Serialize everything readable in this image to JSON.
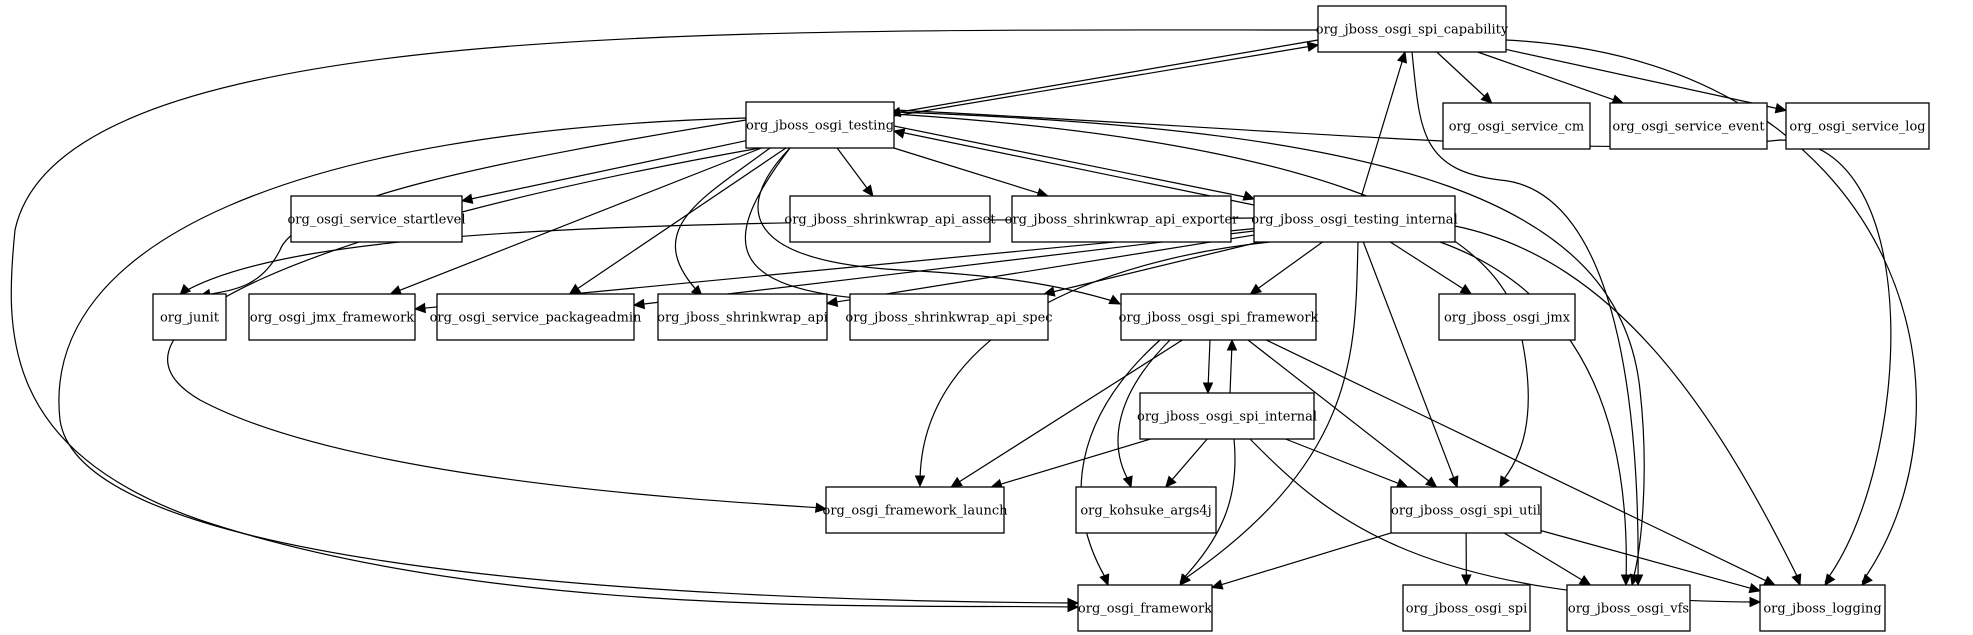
{
  "nodes": [
    {
      "id": "capability",
      "label": "org_jboss_osgi_spi_capability"
    },
    {
      "id": "cm",
      "label": "org_osgi_service_cm"
    },
    {
      "id": "event",
      "label": "org_osgi_service_event"
    },
    {
      "id": "log",
      "label": "org_osgi_service_log"
    },
    {
      "id": "testing",
      "label": "org_jboss_osgi_testing"
    },
    {
      "id": "startlevel",
      "label": "org_osgi_service_startlevel"
    },
    {
      "id": "sw_asset",
      "label": "org_jboss_shrinkwrap_api_asset"
    },
    {
      "id": "sw_exporter",
      "label": "org_jboss_shrinkwrap_api_exporter"
    },
    {
      "id": "testing_internal",
      "label": "org_jboss_osgi_testing_internal"
    },
    {
      "id": "junit",
      "label": "org_junit"
    },
    {
      "id": "jmx_framework",
      "label": "org_osgi_jmx_framework"
    },
    {
      "id": "packageadmin",
      "label": "org_osgi_service_packageadmin"
    },
    {
      "id": "sw_api",
      "label": "org_jboss_shrinkwrap_api"
    },
    {
      "id": "sw_spec",
      "label": "org_jboss_shrinkwrap_api_spec"
    },
    {
      "id": "spi_framework",
      "label": "org_jboss_osgi_spi_framework"
    },
    {
      "id": "osgi_jmx",
      "label": "org_jboss_osgi_jmx"
    },
    {
      "id": "spi_internal",
      "label": "org_jboss_osgi_spi_internal"
    },
    {
      "id": "fw_launch",
      "label": "org_osgi_framework_launch"
    },
    {
      "id": "args4j",
      "label": "org_kohsuke_args4j"
    },
    {
      "id": "spi_util",
      "label": "org_jboss_osgi_spi_util"
    },
    {
      "id": "osgi_framework",
      "label": "org_osgi_framework"
    },
    {
      "id": "osgi_spi",
      "label": "org_jboss_osgi_spi"
    },
    {
      "id": "osgi_vfs",
      "label": "org_jboss_osgi_vfs"
    },
    {
      "id": "jboss_logging",
      "label": "org_jboss_logging"
    }
  ],
  "edges": [
    {
      "from": "capability",
      "to": "testing"
    },
    {
      "from": "testing",
      "to": "capability"
    },
    {
      "from": "capability",
      "to": "cm"
    },
    {
      "from": "capability",
      "to": "event"
    },
    {
      "from": "capability",
      "to": "log"
    },
    {
      "from": "capability",
      "to": "osgi_framework"
    },
    {
      "from": "capability",
      "to": "jboss_logging"
    },
    {
      "from": "capability",
      "to": "osgi_vfs"
    },
    {
      "from": "testing",
      "to": "startlevel"
    },
    {
      "from": "testing",
      "to": "sw_asset"
    },
    {
      "from": "testing",
      "to": "sw_exporter"
    },
    {
      "from": "testing",
      "to": "testing_internal"
    },
    {
      "from": "testing_internal",
      "to": "testing"
    },
    {
      "from": "testing",
      "to": "junit"
    },
    {
      "from": "testing",
      "to": "jmx_framework"
    },
    {
      "from": "testing",
      "to": "packageadmin"
    },
    {
      "from": "testing",
      "to": "sw_api"
    },
    {
      "from": "testing",
      "to": "sw_spec"
    },
    {
      "from": "testing",
      "to": "spi_framework"
    },
    {
      "from": "testing",
      "to": "fw_launch"
    },
    {
      "from": "testing",
      "to": "osgi_framework"
    },
    {
      "from": "testing",
      "to": "spi_util"
    },
    {
      "from": "testing",
      "to": "osgi_vfs"
    },
    {
      "from": "testing",
      "to": "jboss_logging"
    },
    {
      "from": "testing_internal",
      "to": "capability"
    },
    {
      "from": "testing_internal",
      "to": "junit"
    },
    {
      "from": "testing_internal",
      "to": "jmx_framework"
    },
    {
      "from": "testing_internal",
      "to": "packageadmin"
    },
    {
      "from": "testing_internal",
      "to": "sw_api"
    },
    {
      "from": "testing_internal",
      "to": "sw_spec"
    },
    {
      "from": "testing_internal",
      "to": "spi_framework"
    },
    {
      "from": "testing_internal",
      "to": "osgi_jmx"
    },
    {
      "from": "testing_internal",
      "to": "fw_launch"
    },
    {
      "from": "testing_internal",
      "to": "osgi_framework"
    },
    {
      "from": "testing_internal",
      "to": "spi_util"
    },
    {
      "from": "testing_internal",
      "to": "osgi_vfs"
    },
    {
      "from": "testing_internal",
      "to": "jboss_logging"
    },
    {
      "from": "spi_framework",
      "to": "spi_internal"
    },
    {
      "from": "spi_internal",
      "to": "spi_framework"
    },
    {
      "from": "spi_framework",
      "to": "fw_launch"
    },
    {
      "from": "spi_framework",
      "to": "osgi_framework"
    },
    {
      "from": "spi_framework",
      "to": "args4j"
    },
    {
      "from": "spi_framework",
      "to": "spi_util"
    },
    {
      "from": "spi_framework",
      "to": "jboss_logging"
    },
    {
      "from": "spi_internal",
      "to": "fw_launch"
    },
    {
      "from": "spi_internal",
      "to": "args4j"
    },
    {
      "from": "spi_internal",
      "to": "osgi_framework"
    },
    {
      "from": "spi_internal",
      "to": "spi_util"
    },
    {
      "from": "spi_internal",
      "to": "jboss_logging"
    },
    {
      "from": "spi_util",
      "to": "osgi_framework"
    },
    {
      "from": "spi_util",
      "to": "osgi_spi"
    },
    {
      "from": "spi_util",
      "to": "osgi_vfs"
    },
    {
      "from": "spi_util",
      "to": "jboss_logging"
    }
  ]
}
